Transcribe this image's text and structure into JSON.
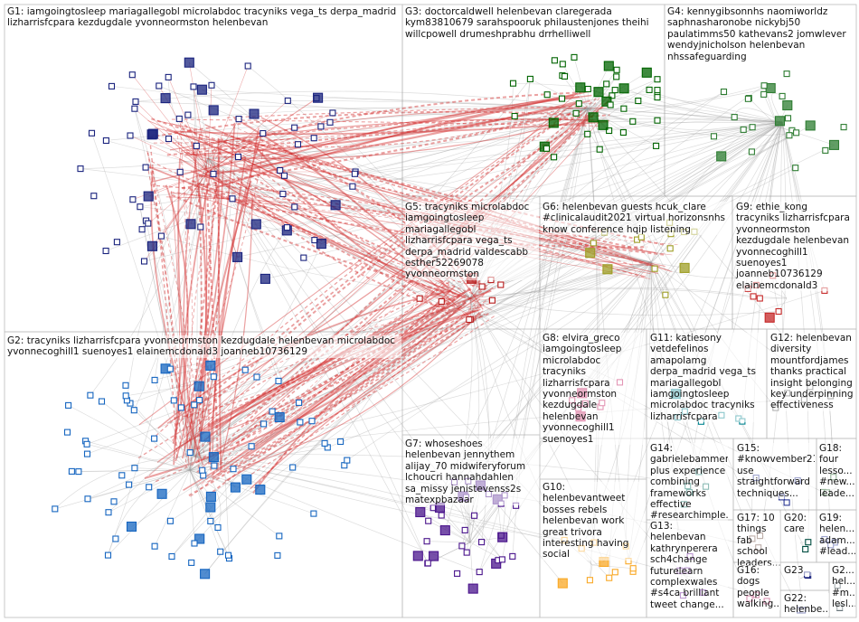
{
  "groups": [
    {
      "id": "G1",
      "label": "G1: iamgoingtosleep mariagallegobl microlabdoc tracyniks vega_ts derpa_madrid\nlizharrisfcpara kezdugdale yvonneormston helenbevan",
      "color": "#1a237e"
    },
    {
      "id": "G2",
      "label": "G2: tracyniks lizharrisfcpara yvonneormston kezdugdale helenbevan microlabdoc\nyvonnecoghill1 suenoyes1 elainemcdonald3 joanneb10736129",
      "color": "#1565c0"
    },
    {
      "id": "G3",
      "label": "G3: doctorcaldwell helenbevan claregerada\nkym83810679 sarahspooruk philaustenjones theihi\nwillcpowell drumeshprabhu drrhelliwell",
      "color": "#006400"
    },
    {
      "id": "G4",
      "label": "G4: kennygibsonnhs naomiworldz\nsaphnasharonobe nickybj50\npaulatimms50 kathevans2 jomwlever\nwendyjnicholson helenbevan\nnhssafeguarding",
      "color": "#2e7d32"
    },
    {
      "id": "G5",
      "label": "G5: tracyniks microlabdoc\niamgoingtosleep\nmariagallegobl\nlizharrisfcpara vega_ts\nderpa_madrid valdescabb\nesther52269078\nyvonneormston",
      "color": "#b71c1c"
    },
    {
      "id": "G6",
      "label": "G6: helenbevan guests hcuk_clare\n#clinicalaudit2021 virtual horizonsnhs\nknow conference hqip listening",
      "color": "#9e9d24"
    },
    {
      "id": "G7",
      "label": "G7: whoseshoes\nhelenbevan jennythem\nalijay_70 midwiferyforum\nlchoucri hannahdahlen\nsa_missy jenistevenss2s\nmatexpbazaar",
      "color": "#4a148c"
    },
    {
      "id": "G8",
      "label": "G8: elvira_greco\niamgoingtosleep\nmicrolabdoc tracyniks\nlizharrisfcpara\nyvonneormston\nkezdugdale\nhelenbevan\nyvonnecoghill1\nsuenoyes1",
      "color": "#c2185b"
    },
    {
      "id": "G9",
      "label": "G9: ethie_kong\ntracyniks lizharrisfcpara\nyvonneormston\nkezdugdale helenbevan\nyvonnecoghill1\nsuenoyes1\njoanneb10736129\nelainemcdonald3",
      "color": "#c62828"
    },
    {
      "id": "G10",
      "label": "G10:\nhelenbevantweet\nbosses rebels\nhelenbevan work\ngreat trivora\ninteresting having\nsocial",
      "color": "#f9a825"
    },
    {
      "id": "G11",
      "label": "G11: katiesony\nvetdefelinos amapolamg\nderpa_madrid vega_ts\nmariagallegobl\niamgoingtosleep\nmicrolabdoc tracyniks\nlizharrisfcpara",
      "color": "#00838f"
    },
    {
      "id": "G12",
      "label": "G12: helenbevan\ndiversity\nmountfordjames\nthanks practical\ninsight belonging\nkey underpinning\neffectiveness",
      "color": "#555555"
    },
    {
      "id": "G13",
      "label": "G13: helenbevan\nkathrynperera\nsch4change\nfuturelearn\ncomplexwales\n#s4ca brilliant\ntweet change...",
      "color": "#6a1b9a"
    },
    {
      "id": "G14",
      "label": "G14:\ngabrielebammer\nplus experience\ncombining\nframeworks\neffective\n#researchimple...",
      "color": "#00695c"
    },
    {
      "id": "G15",
      "label": "G15:\n#knowvember21\nuse\nstraightforward\ntechniques...",
      "color": "#283593"
    },
    {
      "id": "G16",
      "label": "G16:\ndogs\npeople\nwalking...",
      "color": "#ad1457"
    },
    {
      "id": "G17",
      "label": "G17: 10\nthings fab\nschool\nleaders...",
      "color": "#6d4c41"
    },
    {
      "id": "G18",
      "label": "G18:\nfour\nlesso...\n#new...\nleade...",
      "color": "#1b5e20"
    },
    {
      "id": "G19",
      "label": "G19:\nhelen...\nadam...\n#lead...",
      "color": "#283593"
    },
    {
      "id": "G20",
      "label": "G20:\ncare",
      "color": "#004d40"
    },
    {
      "id": "G21",
      "label": "G2...\nhel...\n#m...\nlesl...",
      "color": "#37474f"
    },
    {
      "id": "G22",
      "label": "G22:\nhelenbe...",
      "color": "#1a237e"
    },
    {
      "id": "G23",
      "label": "G23",
      "color": "#1a237e"
    }
  ],
  "edge_colors": {
    "internal": "#d32f2f",
    "cross": "#9e9e9e"
  }
}
